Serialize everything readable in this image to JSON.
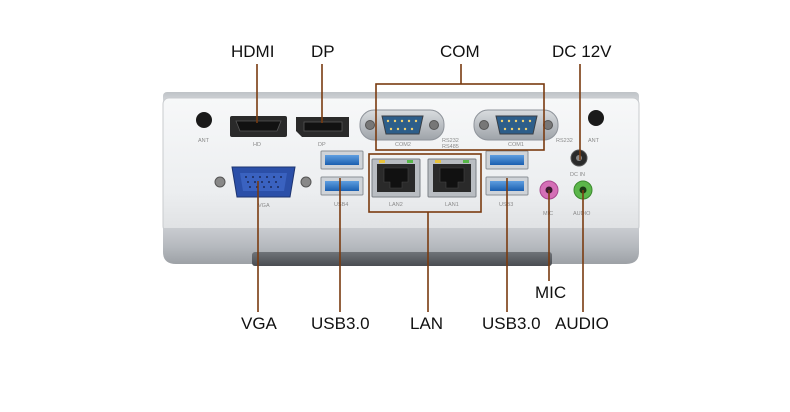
{
  "callouts_top": {
    "hdmi": "HDMI",
    "dp": "DP",
    "com": "COM",
    "dc": "DC 12V"
  },
  "callouts_bottom": {
    "vga": "VGA",
    "usb_left": "USB3.0",
    "lan": "LAN",
    "usb_right": "USB3.0",
    "mic": "MIC",
    "audio": "AUDIO"
  },
  "port_labels": {
    "ant_left": "ANT",
    "hd": "HD",
    "dp": "DP",
    "com2": "COM2",
    "rs": "RS232\nRS485",
    "com1": "COM1",
    "rs232": "RS232",
    "ant_right": "ANT",
    "dc_in": "DC IN",
    "vga": "VGA",
    "usb4": "USB4",
    "lan2": "LAN2",
    "lan1": "LAN1",
    "usb3": "USB3",
    "mic": "MIC",
    "audio": "AUDIO"
  },
  "colors": {
    "chassis": "#e4e6e8",
    "usb_blue": "#1f6fc2",
    "vga_blue": "#2b4fa8",
    "mic_pink": "#d46fb6",
    "audio_green": "#5bb64a",
    "leader": "#7a3b10"
  }
}
